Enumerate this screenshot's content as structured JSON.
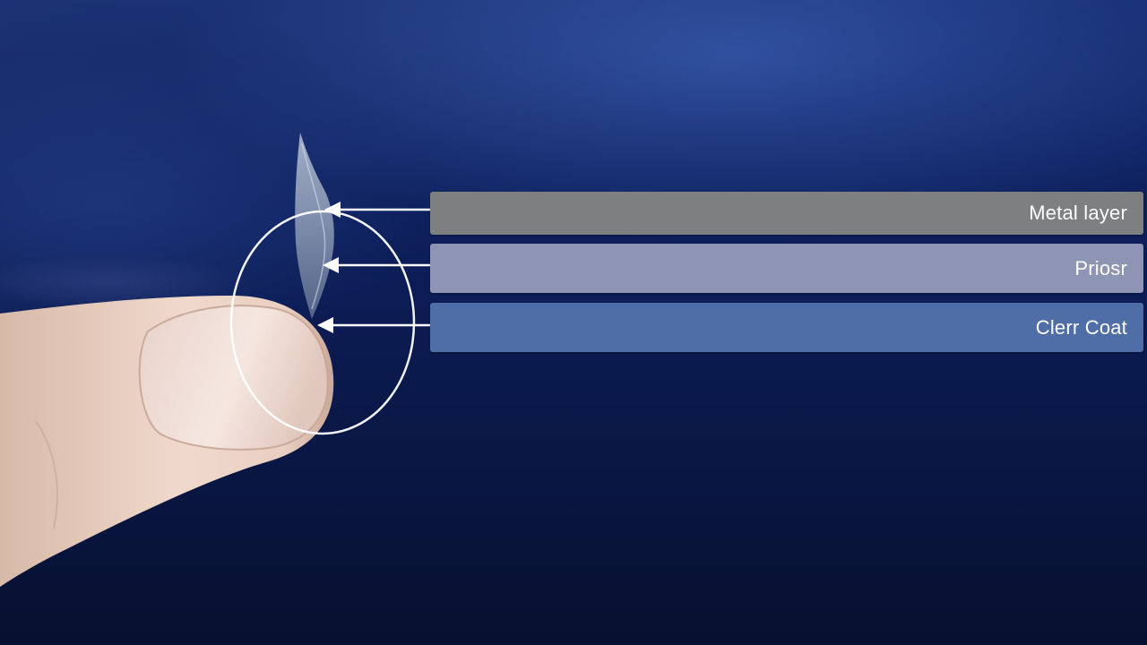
{
  "diagram": {
    "layers": [
      {
        "id": "metal",
        "label": "Metal layer",
        "color": "#7d7f80"
      },
      {
        "id": "primer",
        "label": "Priosr",
        "color": "#8e94b4"
      },
      {
        "id": "clear",
        "label": "Clerr Coat",
        "color": "#4f6ea8"
      }
    ],
    "colors": {
      "background": "#0d1f5c",
      "arrow": "#ffffff",
      "circle": "#ffffff",
      "label_text": "#ffffff"
    }
  }
}
